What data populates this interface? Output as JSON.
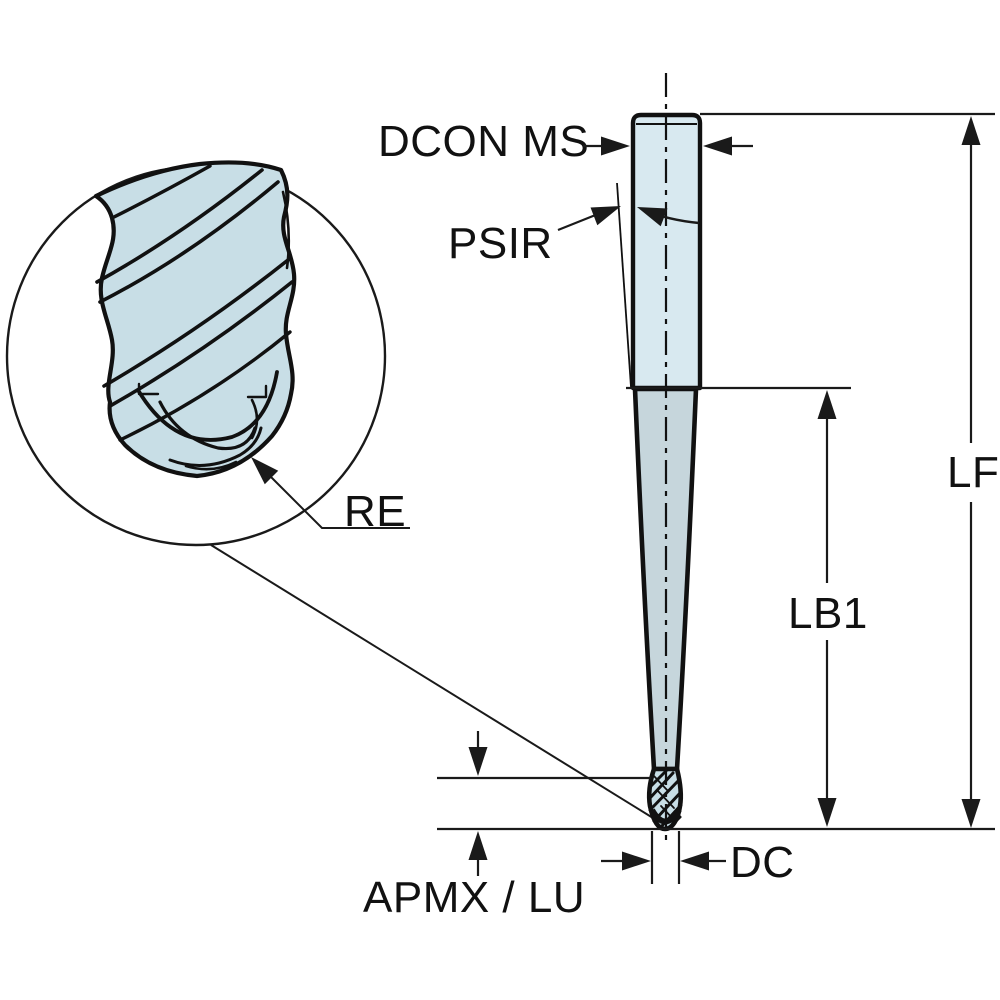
{
  "drawing": {
    "type": "tool-dimension-diagram",
    "subject": "ball-nose-end-mill"
  },
  "labels": {
    "dcon": "DCON MS",
    "psir": "PSIR",
    "re": "RE",
    "lf": "LF",
    "lb1": "LB1",
    "dc": "DC",
    "apmx": "APMX / LU"
  },
  "colors": {
    "line": "#1a1a1a",
    "outline": "#111111",
    "shank_fill": "#d8e9f0",
    "taper_fill": "#c6d6dc",
    "detail_fill": "#c8dee6",
    "background": "#ffffff"
  }
}
